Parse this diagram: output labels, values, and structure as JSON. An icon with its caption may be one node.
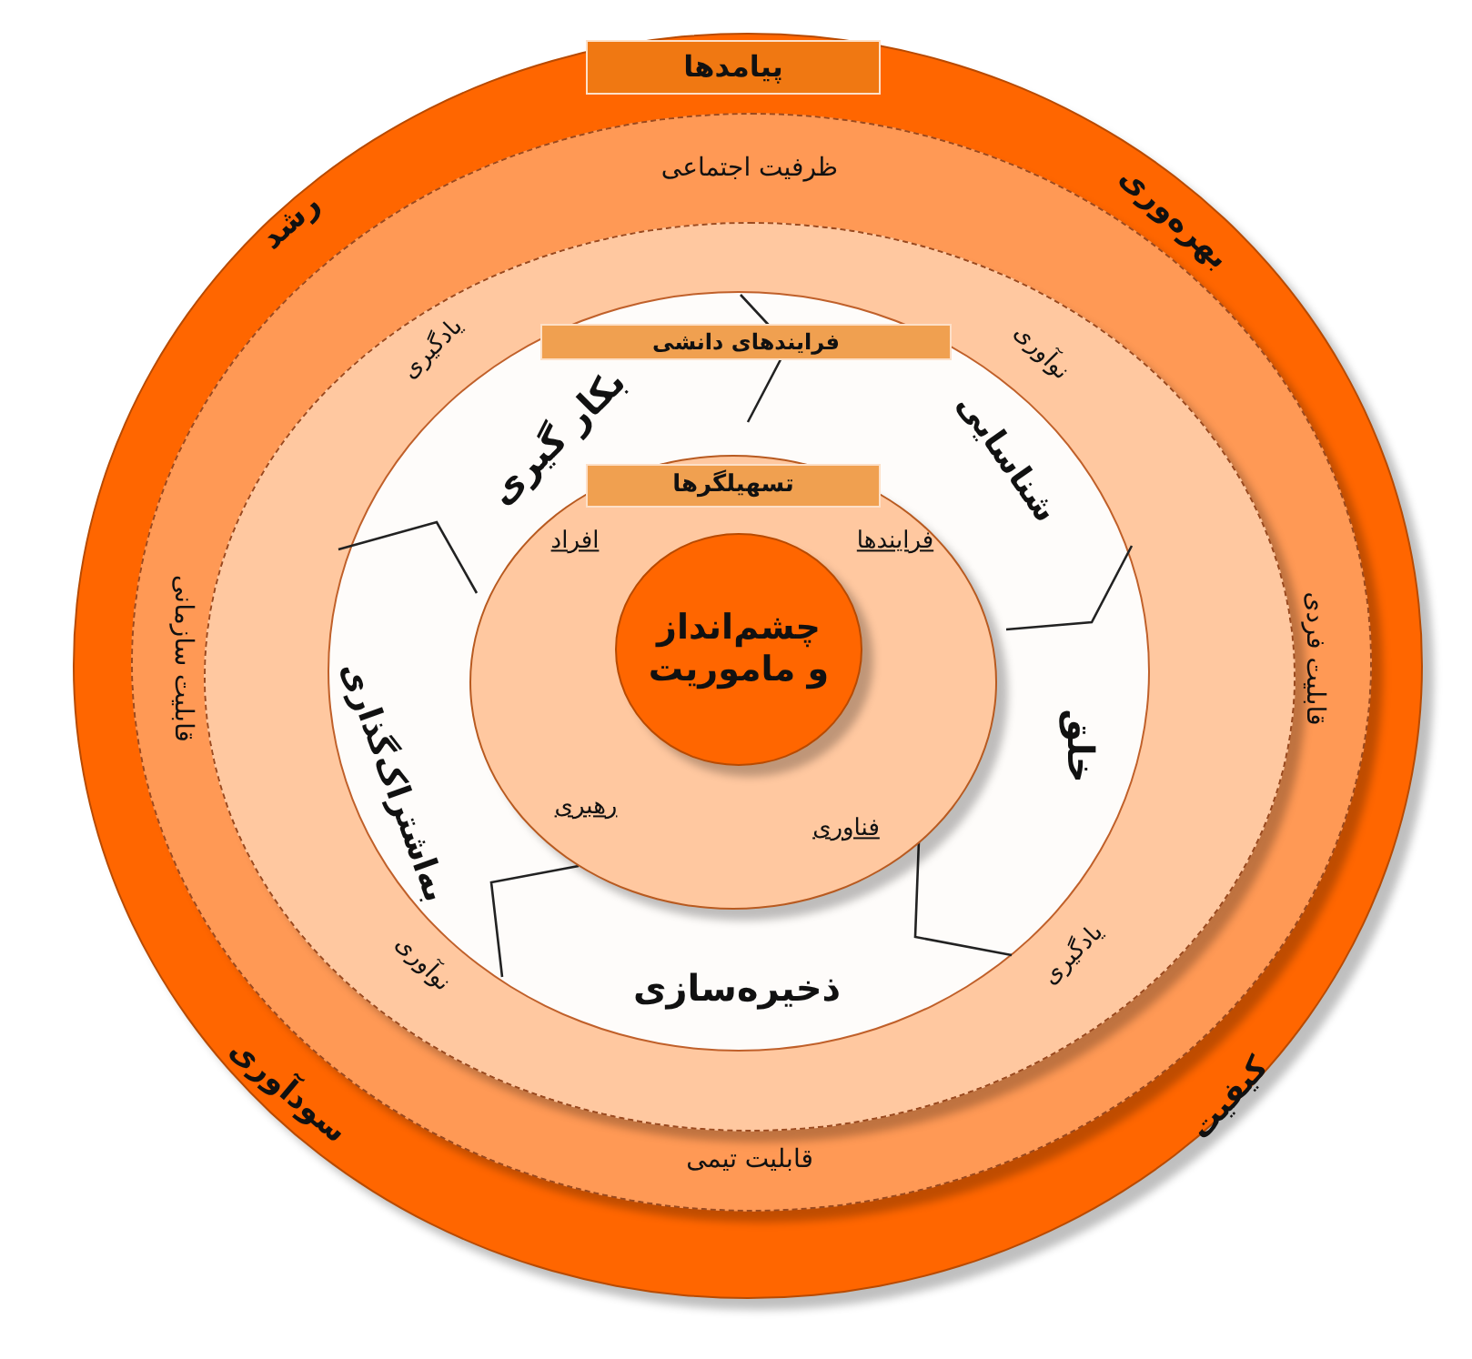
{
  "diagram": {
    "nodes": [
      {
        "text": [
          "پیامدها"
        ]
      },
      {
        "text": [
          "ظرفیت اجتماعی",
          "قابلیت سازمانی",
          "قابلیت فردی",
          "قابلیت تیمی"
        ],
        "in": 0
      },
      {
        "text": [],
        "shape": "circle",
        "in": 1
      },
      {
        "text": [
          "فرایندهای دانشی",
          "بکار گیری",
          "شناسایی",
          "خلق",
          "ذخیره‌سازی",
          "به‌اشتراک‌گذاری"
        ],
        "in": 2
      },
      {
        "text": [
          "تسهیلگرها",
          "افراد",
          "فرایندها",
          "رهبری",
          "فناوری"
        ],
        "in": 3
      },
      {
        "text": [
          "چشم‌انداز و ماموریت"
        ],
        "in": 4
      }
    ],
    "edges": [],
    "labels": [
      "رشد",
      "بهره‌وری",
      "یادگیری",
      "نوآوری",
      "نوآوری",
      "یادگیری",
      "سودآوری",
      "کیفیت"
    ]
  }
}
